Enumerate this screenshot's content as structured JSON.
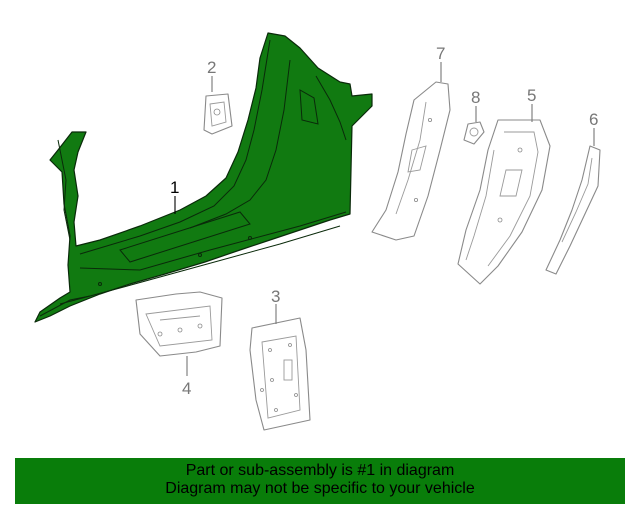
{
  "callouts": {
    "c1": "1",
    "c2": "2",
    "c3": "3",
    "c4": "4",
    "c5": "5",
    "c6": "6",
    "c7": "7",
    "c8": "8"
  },
  "footer": {
    "line1": "Part or sub-assembly is #1 in diagram",
    "line2": "Diagram may not be specific to your vehicle"
  },
  "colors": {
    "highlight": "#117a11",
    "banner": "#097d0a",
    "outline": "#8a8a8a"
  }
}
